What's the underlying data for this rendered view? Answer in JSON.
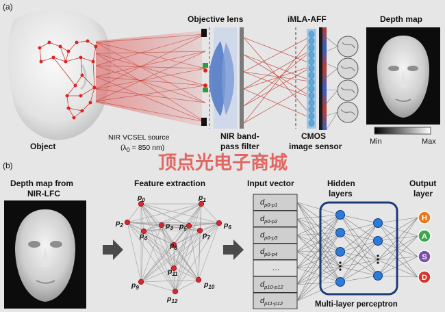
{
  "panel_a": {
    "label": "(a)",
    "object_label": "Object",
    "source_label": "NIR VCSEL source",
    "source_wavelength_prefix": "(λ",
    "source_wavelength_sub": "0",
    "source_wavelength_suffix": " = 850 nm)",
    "objective_label": "Objective lens",
    "filter_label_1": "NIR band-",
    "filter_label_2": "pass filter",
    "imla_label": "iMLA-AFF",
    "cmos_label_1": "CMOS",
    "cmos_label_2": "image sensor",
    "depth_map_label": "Depth map",
    "scale_min": "Min",
    "scale_max": "Max"
  },
  "watermark": "顶点光电子商城",
  "panel_b": {
    "label": "(b)",
    "depth_title_1": "Depth map from",
    "depth_title_2": "NIR-LFC",
    "feature_title": "Feature extraction",
    "input_title": "Input vector",
    "hidden_title_1": "Hidden",
    "hidden_title_2": "layers",
    "output_title_1": "Output",
    "output_title_2": "layer",
    "mlp_label": "Multi-layer  perceptron",
    "points": [
      {
        "main": "p",
        "sub": "0"
      },
      {
        "main": "p",
        "sub": "1"
      },
      {
        "main": "p",
        "sub": "2"
      },
      {
        "main": "p",
        "sub": "3"
      },
      {
        "main": "p",
        "sub": "4"
      },
      {
        "main": "p",
        "sub": "5"
      },
      {
        "main": "p",
        "sub": "6"
      },
      {
        "main": "p",
        "sub": "7"
      },
      {
        "main": "p",
        "sub": "8"
      },
      {
        "main": "p",
        "sub": "9"
      },
      {
        "main": "p",
        "sub": "10"
      },
      {
        "main": "p",
        "sub": "11"
      },
      {
        "main": "p",
        "sub": "12"
      }
    ],
    "input_vector": [
      {
        "main": "d",
        "sub": "p0-p1"
      },
      {
        "main": "d",
        "sub": "p0-p2"
      },
      {
        "main": "d",
        "sub": "p0-p3"
      },
      {
        "main": "d",
        "sub": "p0-p4"
      },
      {
        "main": "…",
        "sub": ""
      },
      {
        "main": "d",
        "sub": "p10-p12"
      },
      {
        "main": "d",
        "sub": "p11-p12"
      }
    ],
    "outputs": [
      {
        "letter": "H",
        "color": "#e87a1e"
      },
      {
        "letter": "A",
        "color": "#3aa84a"
      },
      {
        "letter": "S",
        "color": "#7b4fa8"
      },
      {
        "letter": "D",
        "color": "#d8342c"
      }
    ]
  }
}
